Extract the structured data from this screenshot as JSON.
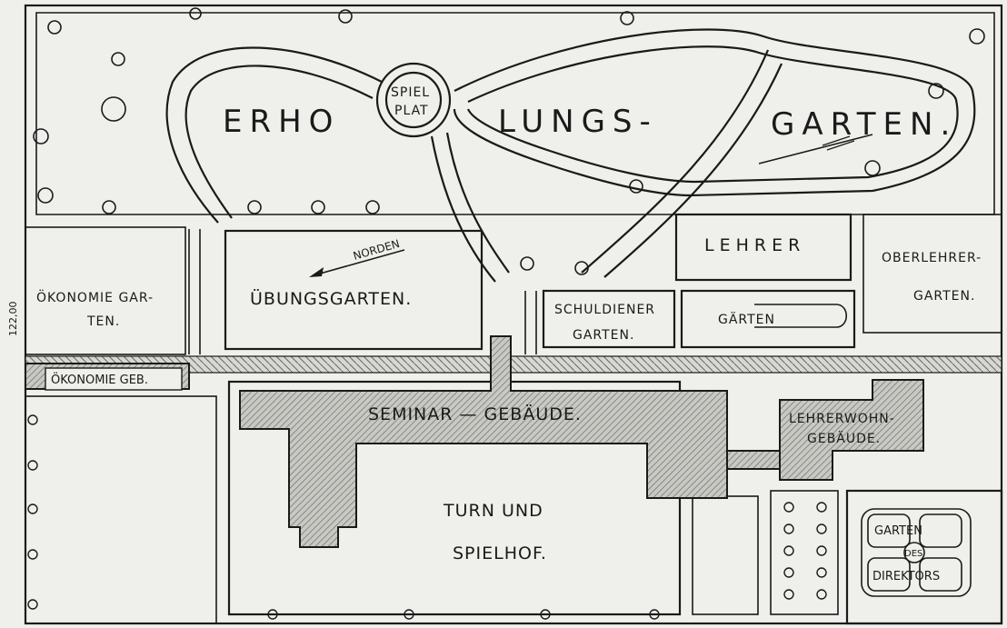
{
  "labels": {
    "erho": "ERHO",
    "lungs": "LUNGS-",
    "garten_top": "GARTEN.",
    "spiel": "SPIEL",
    "plat": "PLAT",
    "norden": "NORDEN",
    "uebungsgarten": "ÜBUNGSGARTEN.",
    "oekonomie_garten_1": "ÖKONOMIE GAR-",
    "oekonomie_garten_2": "TEN.",
    "lehrer": "LEHRER",
    "oberlehrer_1": "OBERLEHRER-",
    "oberlehrer_2": "GARTEN.",
    "schuldiener_1": "SCHULDIENER",
    "schuldiener_2": "GARTEN.",
    "gaerten": "GÄRTEN",
    "oekonomie_geb": "ÖKONOMIE GEB.",
    "seminar": "SEMINAR — GEBÄUDE.",
    "lehrerwohn_1": "LEHRERWOHN-",
    "lehrerwohn_2": "GEBÄUDE.",
    "turn": "TURN UND",
    "spielhof": "SPIELHOF.",
    "garten_dir": "GARTEN",
    "des": "DES",
    "direktors": "DIREKTORS",
    "margin": "122,00"
  }
}
